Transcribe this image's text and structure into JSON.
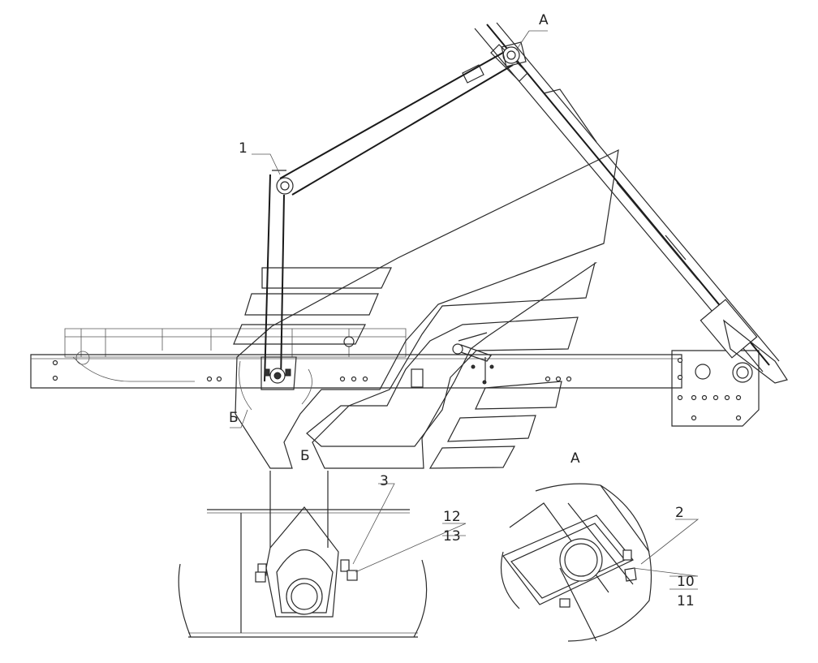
{
  "labels": {
    "view_a_top": "А",
    "view_b_callout": "Б",
    "view_b_section": "Б",
    "part_1": "1",
    "part_2": "2",
    "part_3": "3",
    "part_10": "10",
    "part_11": "11",
    "part_12": "12",
    "part_13": "13",
    "view_a_detail": "А"
  }
}
